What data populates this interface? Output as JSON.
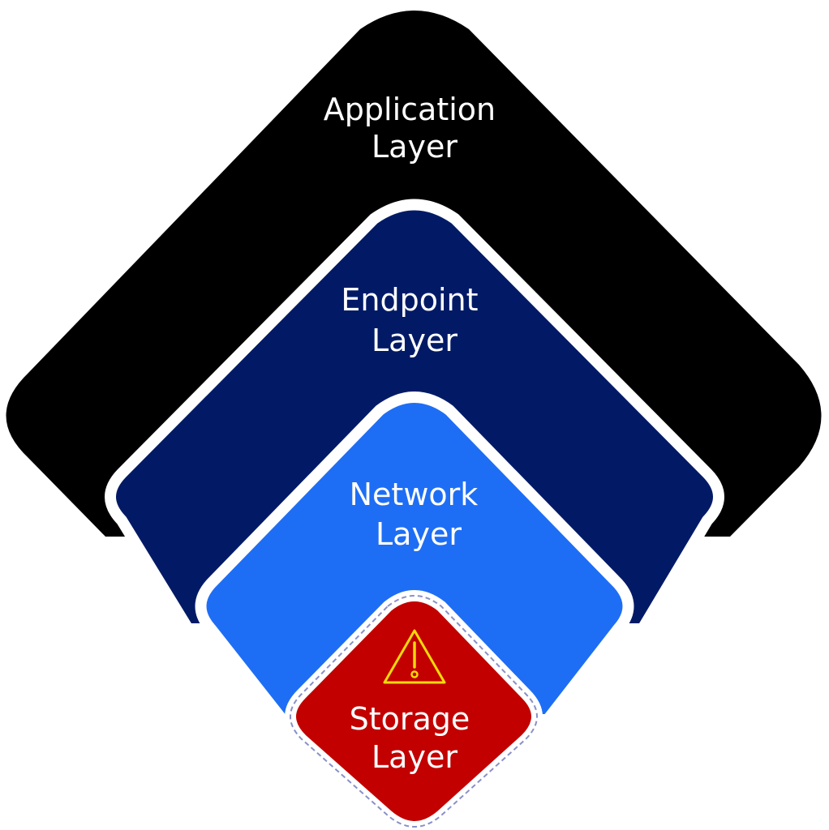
{
  "diagram": {
    "layers": [
      {
        "line1": "Application",
        "line2": "Layer",
        "color": "#000000"
      },
      {
        "line1": "Endpoint",
        "line2": "Layer",
        "color": "#021a66"
      },
      {
        "line1": "Network",
        "line2": "Layer",
        "color": "#1e6ef5"
      },
      {
        "line1": "Storage",
        "line2": "Layer",
        "color": "#c20000"
      }
    ],
    "warning_icon": "warning-triangle-icon",
    "warning_color": "#f5d90a",
    "border_color": "#ffffff"
  }
}
